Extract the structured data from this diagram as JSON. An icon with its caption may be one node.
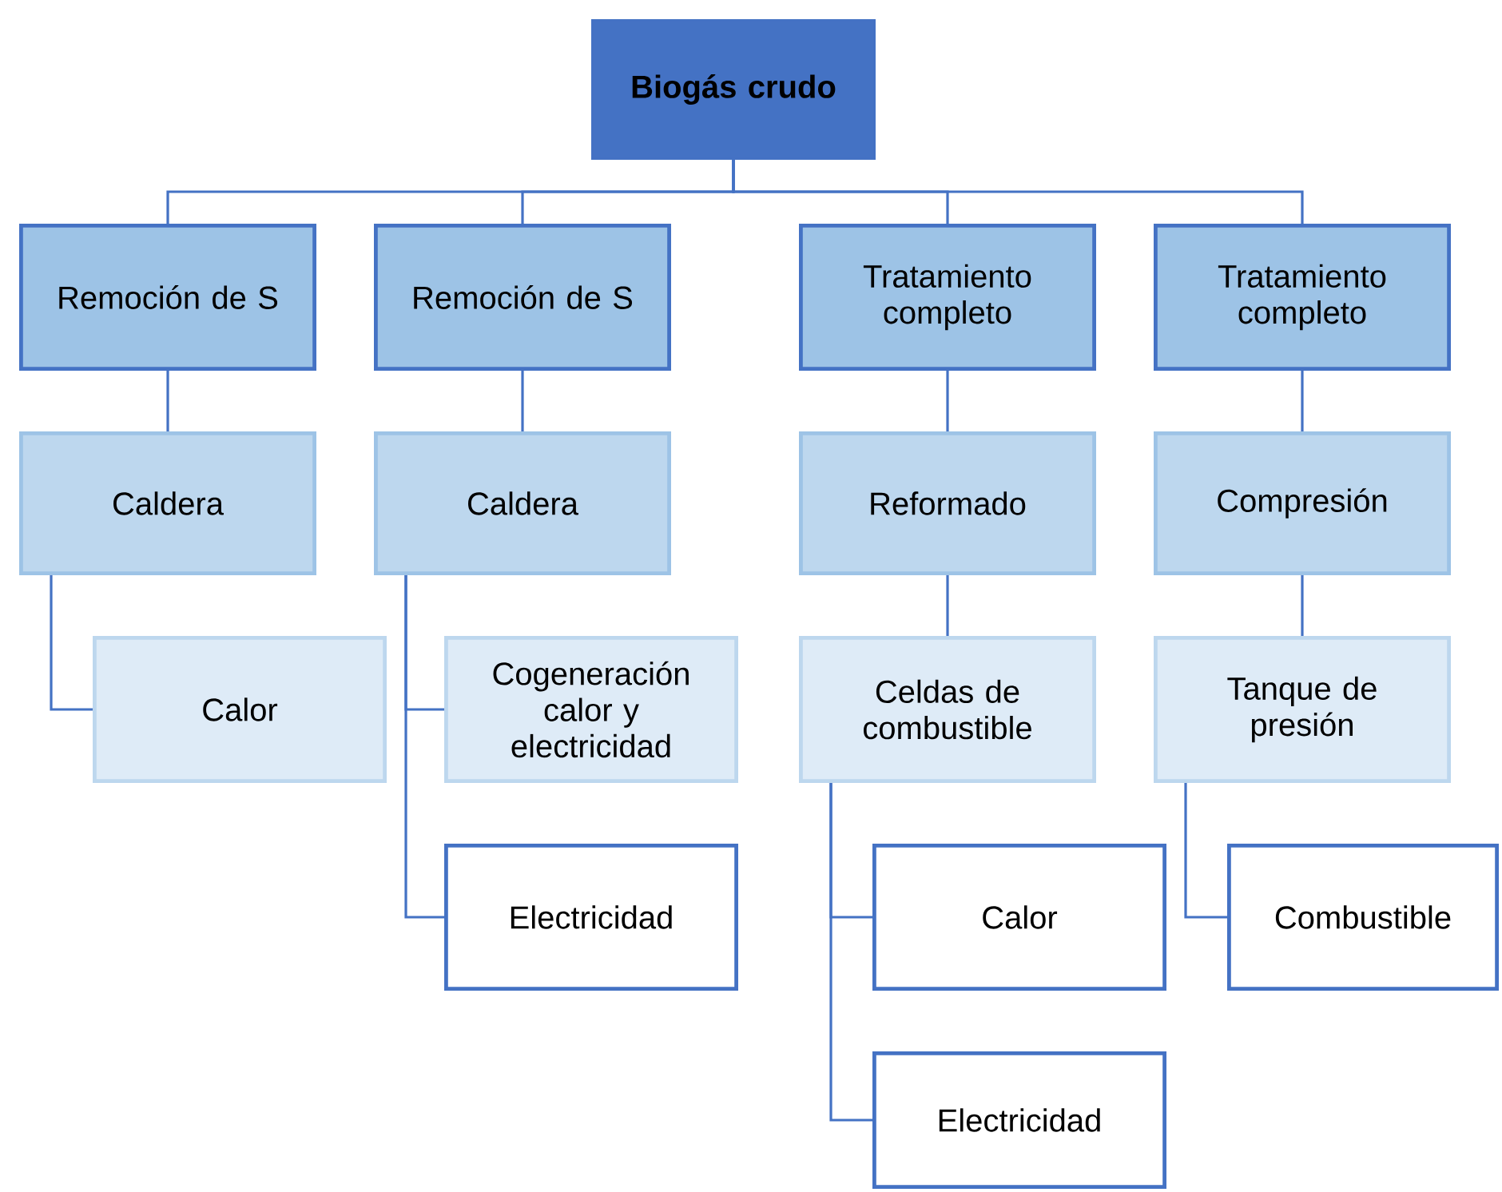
{
  "diagram": {
    "nodes": [
      {
        "text": [
          "**Biogás crudo**"
        ]
      },
      {
        "text": [
          "Remoción de S"
        ]
      },
      {
        "text": [
          "Remoción de S"
        ]
      },
      {
        "text": [
          "Tratamiento completo"
        ]
      },
      {
        "text": [
          "Tratamiento completo"
        ]
      },
      {
        "text": [
          "Caldera"
        ]
      },
      {
        "text": [
          "Caldera"
        ]
      },
      {
        "text": [
          "Reformado"
        ]
      },
      {
        "text": [
          "Compresión"
        ]
      },
      {
        "text": [
          "Calor"
        ]
      },
      {
        "text": [
          "Cogeneración calor y electricidad"
        ]
      },
      {
        "text": [
          "Celdas de combustible"
        ]
      },
      {
        "text": [
          "Tanque de presión"
        ]
      },
      {
        "text": [
          "Electricidad"
        ]
      },
      {
        "text": [
          "Calor"
        ]
      },
      {
        "text": [
          "Combustible"
        ]
      },
      {
        "text": [
          "Electricidad"
        ]
      }
    ],
    "edges": [
      {
        "from": 0,
        "to": 1,
        "arrow": "none"
      },
      {
        "from": 0,
        "to": 2,
        "arrow": "none"
      },
      {
        "from": 0,
        "to": 3,
        "arrow": "none"
      },
      {
        "from": 0,
        "to": 4,
        "arrow": "none"
      },
      {
        "from": 1,
        "to": 5,
        "arrow": "none"
      },
      {
        "from": 2,
        "to": 6,
        "arrow": "none"
      },
      {
        "from": 3,
        "to": 7,
        "arrow": "none"
      },
      {
        "from": 4,
        "to": 8,
        "arrow": "none"
      },
      {
        "from": 5,
        "to": 9,
        "arrow": "none"
      },
      {
        "from": 6,
        "to": 10,
        "arrow": "none"
      },
      {
        "from": 6,
        "to": 13,
        "arrow": "none"
      },
      {
        "from": 7,
        "to": 11,
        "arrow": "none"
      },
      {
        "from": 8,
        "to": 12,
        "arrow": "none"
      },
      {
        "from": 11,
        "to": 14,
        "arrow": "none"
      },
      {
        "from": 11,
        "to": 16,
        "arrow": "none"
      },
      {
        "from": 12,
        "to": 15,
        "arrow": "none"
      }
    ]
  }
}
